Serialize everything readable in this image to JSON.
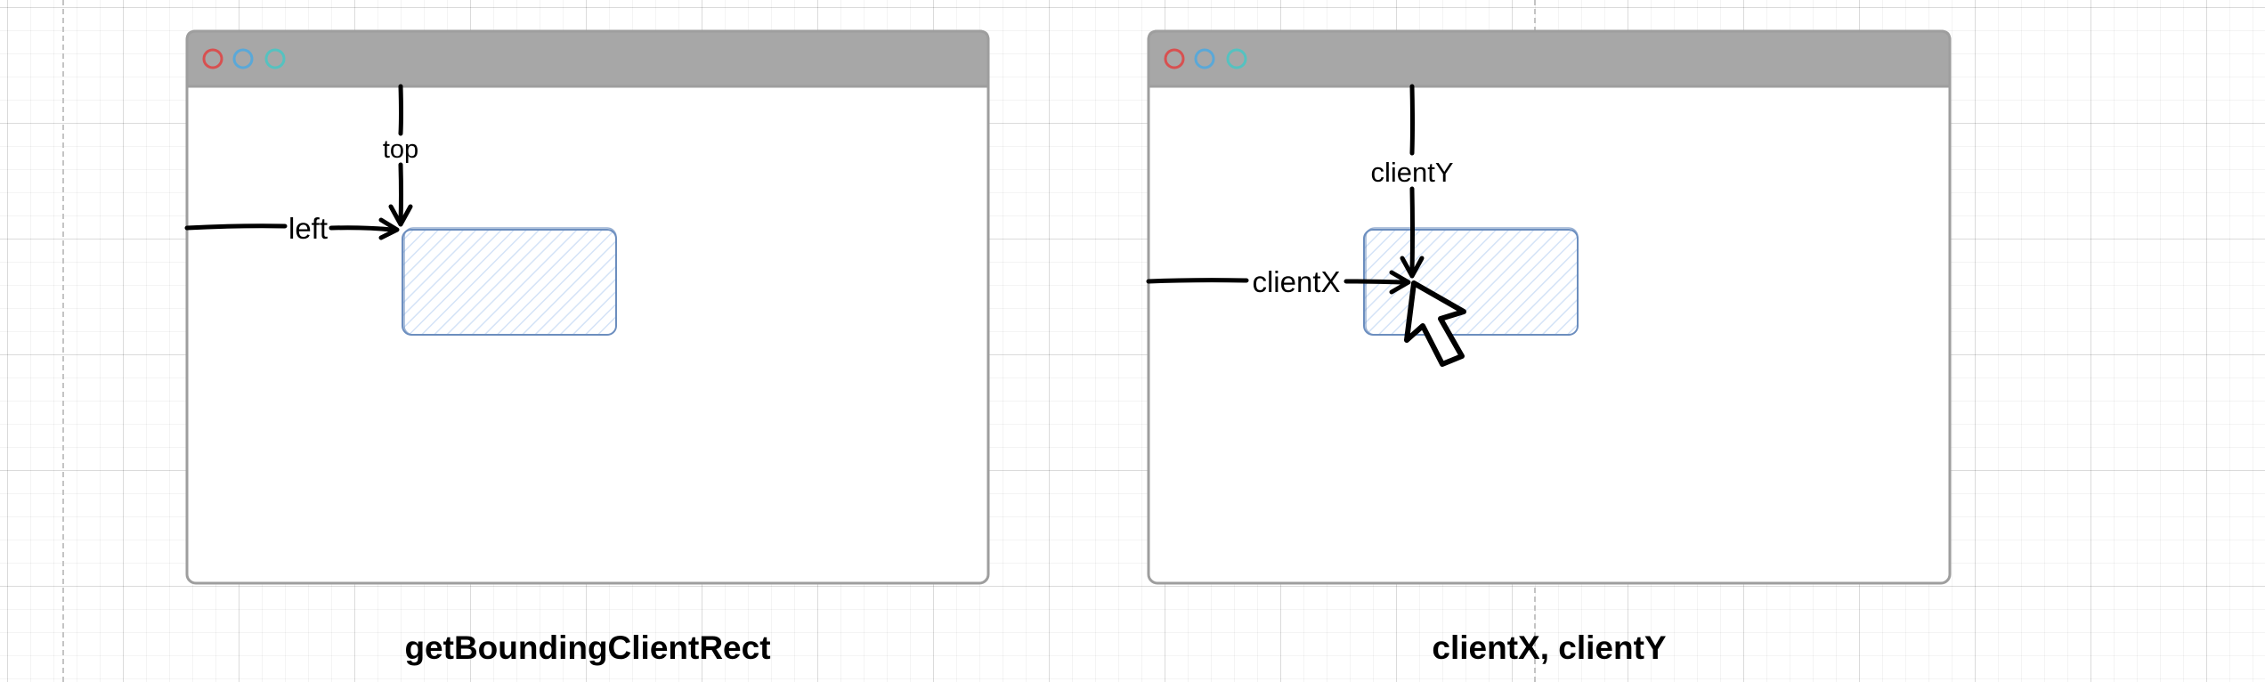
{
  "colors": {
    "titlebar": "#a7a7a7",
    "window_border": "#9e9e9e",
    "dot_red": "#d85050",
    "dot_blue": "#5aa8d8",
    "dot_teal": "#55c2c0",
    "element_stroke": "#6c8ebf",
    "element_hatch": "#dae8fc",
    "arrow": "#000000"
  },
  "panels": [
    {
      "caption": "getBoundingClientRect",
      "window_buttons": [
        "close-button",
        "minimize-button",
        "maximize-button"
      ],
      "vertical_label": "top",
      "horizontal_label": "left"
    },
    {
      "caption": "clientX, clientY",
      "window_buttons": [
        "close-button",
        "minimize-button",
        "maximize-button"
      ],
      "vertical_label": "clientY",
      "horizontal_label": "clientX",
      "cursor_icon": "mouse-pointer-icon"
    }
  ]
}
